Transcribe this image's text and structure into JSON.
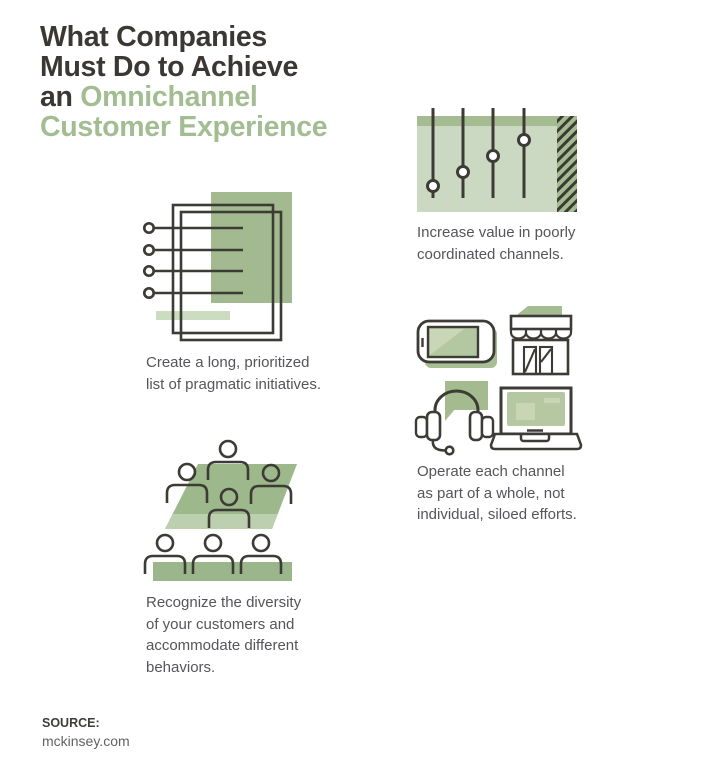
{
  "title": {
    "line1": "What Companies",
    "line2": "Must Do to Achieve",
    "line3_dark": "an ",
    "line3_accent": "Omnichannel",
    "line4_accent": "Customer Experience"
  },
  "sections": {
    "sliders": {
      "icon": "equalizer-sliders-icon",
      "caption": "Increase value in poorly\ncoordinated channels."
    },
    "list": {
      "icon": "prioritized-list-icon",
      "caption": "Create a long, prioritized\nlist of pragmatic initiatives."
    },
    "devices": {
      "icon": "channel-devices-icon",
      "caption": "Operate each channel\nas part of a whole, not\nindividual, siloed efforts."
    },
    "people": {
      "icon": "diverse-customers-icon",
      "caption": "Recognize the diversity\nof your customers and\naccommodate different\nbehaviors."
    }
  },
  "source": {
    "label": "SOURCE:",
    "value": "mckinsey.com"
  },
  "colors": {
    "accent_green": "#a3bd92",
    "green_mid": "#a5bb92",
    "green_light": "#ccd9c2",
    "green_bar_light": "#ccdcc0",
    "green_screen": "#b3c7a0",
    "green_screen_light": "#c9d6b8",
    "ink_stroke": "#3d3b35",
    "title_dark": "#3b3734",
    "body_text": "#55555a"
  }
}
